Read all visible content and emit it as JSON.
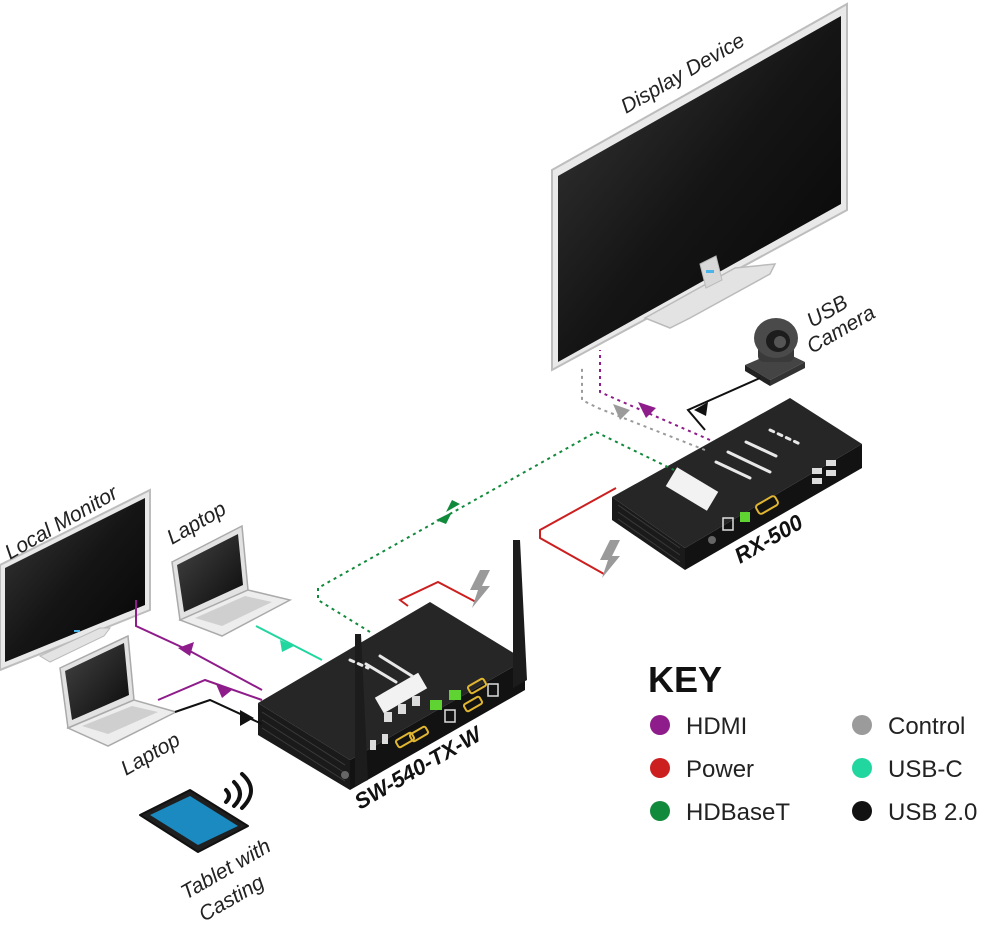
{
  "labels": {
    "display_device": "Display Device",
    "usb_camera_line1": "USB",
    "usb_camera_line2": "Camera",
    "local_monitor": "Local Monitor",
    "laptop_top": "Laptop",
    "laptop_bottom": "Laptop",
    "tablet_line1": "Tablet with",
    "tablet_line2": "Casting",
    "rx_device": "RX-500",
    "tx_device": "SW-540-TX-W"
  },
  "key": {
    "title": "KEY",
    "items": [
      {
        "label": "HDMI",
        "color": "#8e1c8a"
      },
      {
        "label": "Power",
        "color": "#cc1f1f"
      },
      {
        "label": "HDBaseT",
        "color": "#128a3c"
      },
      {
        "label": "Control",
        "color": "#9b9b9b"
      },
      {
        "label": "USB-C",
        "color": "#22d6a0"
      },
      {
        "label": "USB 2.0",
        "color": "#111111"
      }
    ]
  },
  "icons": {
    "power": "lightning-bolt-icon",
    "wireless": "wifi-signal-icon"
  }
}
